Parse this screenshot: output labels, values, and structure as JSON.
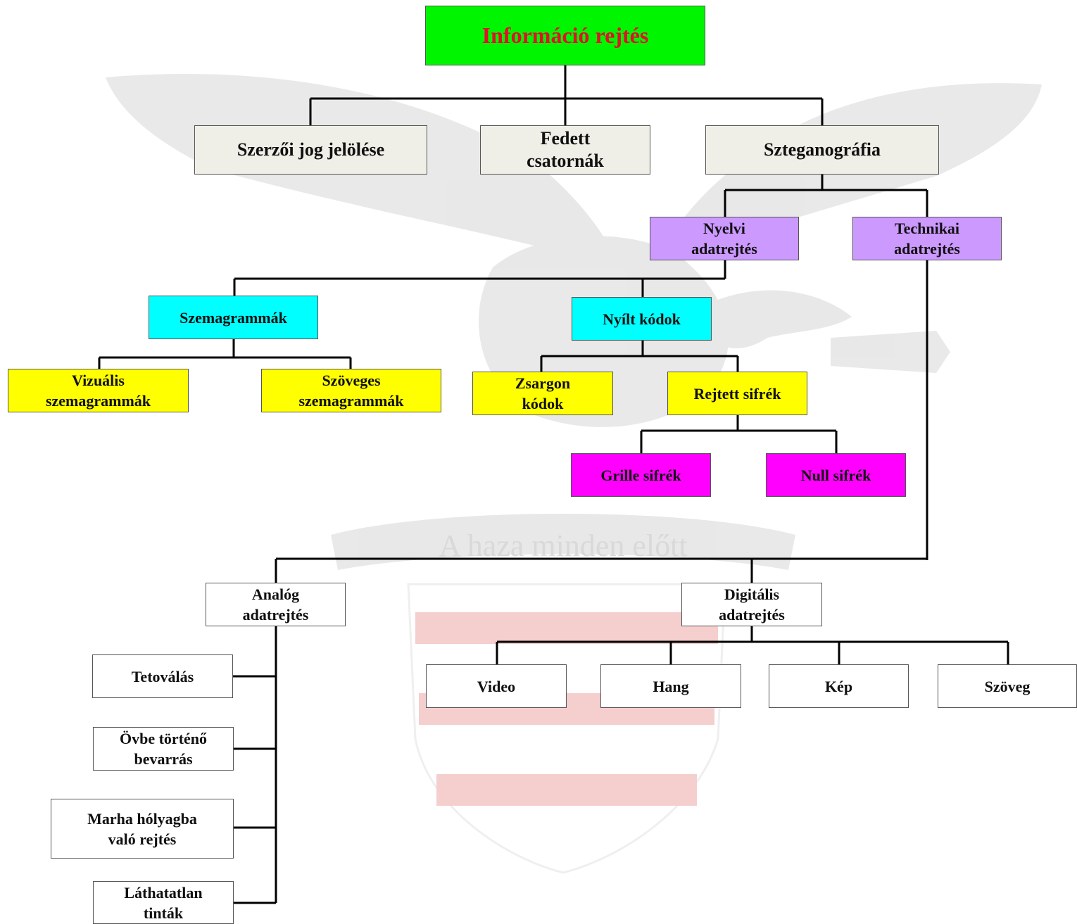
{
  "title": "Információ rejtés",
  "watermark_text": "A haza minden előtt",
  "colors": {
    "root": "#00f500",
    "root_text": "#e0102a",
    "level1": "#efefe7",
    "purple": "#cc99ff",
    "cyan": "#00ffff",
    "yellow": "#ffff00",
    "magenta": "#ff00ff",
    "white": "#ffffff"
  },
  "nodes": {
    "root": "Információ rejtés",
    "szerzoi": "Szerzői jog jelölése",
    "fedett": "Fedett\ncsatornák",
    "szteganografia": "Szteganográfia",
    "nyelvi": "Nyelvi\nadatrejtés",
    "technikai": "Technikai\nadatrejtés",
    "szemagrammak": "Szemagrammák",
    "nyilt_kodok": "Nyílt kódok",
    "vizualis": "Vizuális\nszemagrammák",
    "szoveges": "Szöveges\nszemagrammák",
    "zsargon": "Zsargon\nkódok",
    "rejtett": "Rejtett sifrék",
    "grille": "Grille sifrék",
    "null": "Null sifrék",
    "analog": "Analóg\nadatrejtés",
    "digitalis": "Digitális\nadatrejtés",
    "tetovalas": "Tetoválás",
    "ovbe": "Övbe történő\nbevarrás",
    "marha": "Marha hólyagba\nvaló rejtés",
    "lathatatlan": "Láthatatlan\ntinták",
    "video": "Video",
    "hang": "Hang",
    "kep": "Kép",
    "szoveg": "Szöveg"
  }
}
